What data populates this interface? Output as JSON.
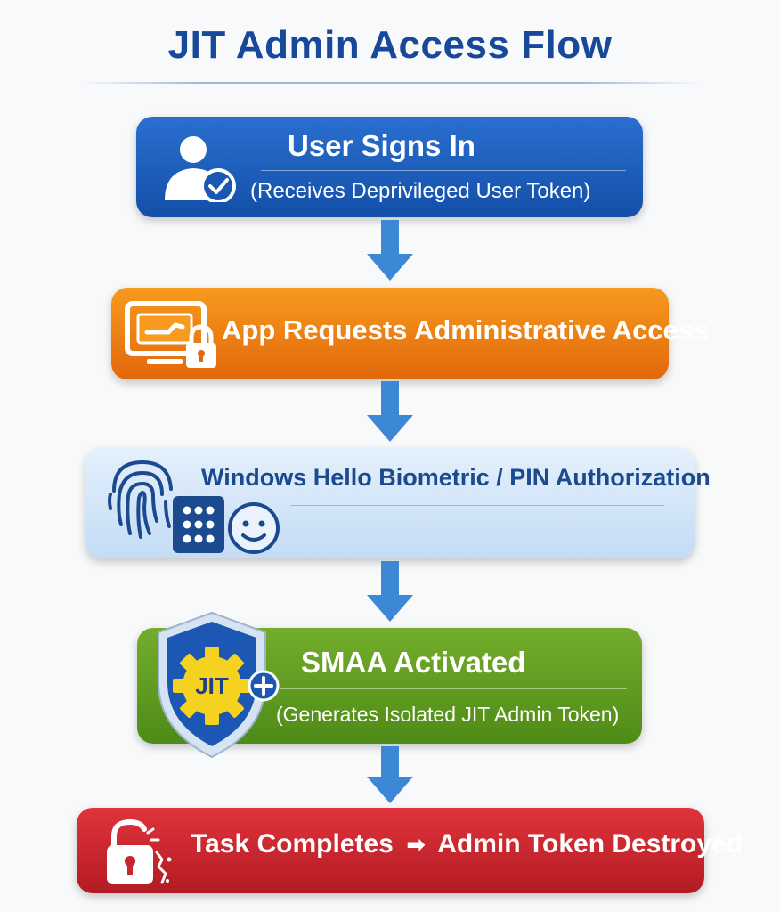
{
  "title": "JIT Admin Access Flow",
  "steps": [
    {
      "main": "User Signs In",
      "sub": "(Receives Deprivileged User Token)",
      "icon": "user-check-icon",
      "color": "#1c5bb8"
    },
    {
      "main": "App Requests Administrative Access",
      "icon": "monitor-lock-icon",
      "color": "#ee7f14"
    },
    {
      "main": "Windows Hello Biometric / PIN Authorization",
      "icon": "fingerprint-pin-face-icon",
      "color": "#d4e6f9"
    },
    {
      "main": "SMAA Activated",
      "sub": "(Generates Isolated JIT Admin Token)",
      "icon": "jit-shield-icon",
      "badge": "JIT",
      "color": "#5f9c22"
    },
    {
      "main": "Task Completes",
      "arrow_glyph": "➡",
      "main2": "Admin Token Destroyed",
      "icon": "broken-lock-icon",
      "color": "#c9252d"
    }
  ],
  "connector_color": "#3d88d6"
}
